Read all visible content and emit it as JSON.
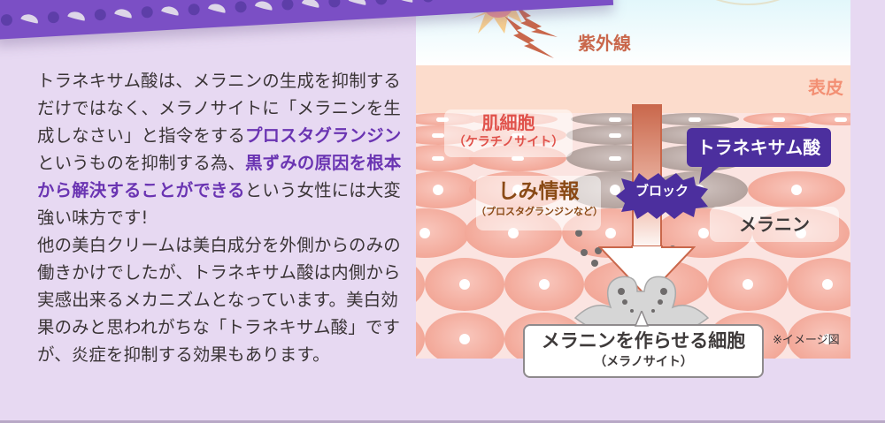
{
  "article": {
    "paragraph1": {
      "p1": "トラネキサム酸は、メラニンの生成を抑制するだけではなく、メラノサイトに「メラニンを生成しなさい」と指令をする",
      "hl1": "プロスタグランジン",
      "p2": "というものを抑制する為、",
      "hl2": "黒ずみの原因を根本から解決することができる",
      "p3": "という女性には大変強い味方です!"
    },
    "paragraph2": "他の美白クリームは美白成分を外側からのみの働きかけでしたが、トラネキサム酸は内側から実感出来るメカニズムとなっています。美白効果のみと思われがちな「トラネキサム酸」ですが、炎症を抑制する効果もあります。"
  },
  "illustration": {
    "uv_label": "紫外線",
    "epidermis_label": "表皮",
    "skin_cell": {
      "title": "肌細胞",
      "subtitle": "（ケラチノサイト）"
    },
    "spot_info": {
      "title": "しみ情報",
      "subtitle": "（プロスタグランジンなど）"
    },
    "tranexamic_acid": "トラネキサム酸",
    "block": "ブロック",
    "melanin": "メラニン",
    "melanocyte": {
      "title": "メラニンを作らせる細胞",
      "subtitle": "（メラノサイト）"
    },
    "note": "※イメージ図"
  },
  "colors": {
    "background": "#e7d9f2",
    "ribbon": "#7b4fc5",
    "highlight": "#6a34b2",
    "tranex_badge": "#4c2f9e",
    "uv": "#c9674b"
  }
}
